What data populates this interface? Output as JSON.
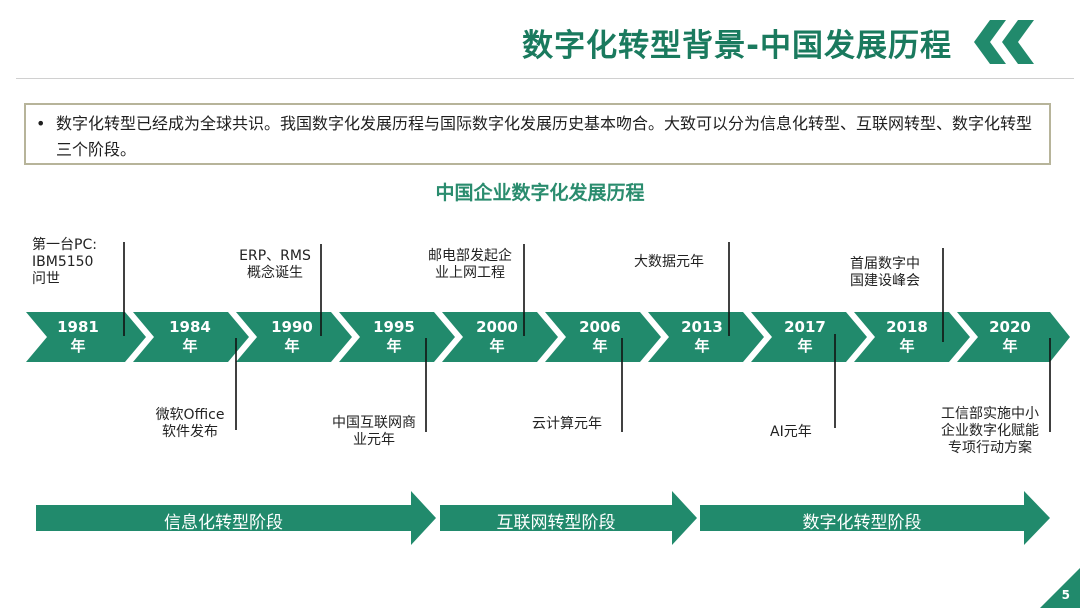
{
  "header": {
    "title": "数字化转型背景-中国发展历程"
  },
  "intro": {
    "bullet": "•",
    "text": "数字化转型已经成为全球共识。我国数字化发展历程与国际数字化发展历史基本吻合。大致可以分为信息化转型、互联网转型、数字化转型三个阶段。"
  },
  "timeline": {
    "title": "中国企业数字化发展历程",
    "years": [
      {
        "year": "1981",
        "suffix": "年"
      },
      {
        "year": "1984",
        "suffix": "年"
      },
      {
        "year": "1990",
        "suffix": "年"
      },
      {
        "year": "1995",
        "suffix": "年"
      },
      {
        "year": "2000",
        "suffix": "年"
      },
      {
        "year": "2006",
        "suffix": "年"
      },
      {
        "year": "2013",
        "suffix": "年"
      },
      {
        "year": "2017",
        "suffix": "年"
      },
      {
        "year": "2018",
        "suffix": "年"
      },
      {
        "year": "2020",
        "suffix": "年"
      }
    ],
    "events_top": [
      {
        "l1": "第一台PC:",
        "l2": "IBM5150",
        "l3": "问世"
      },
      {
        "l1": "ERP、RMS",
        "l2": "概念诞生"
      },
      {
        "l1": "邮电部发起企",
        "l2": "业上网工程"
      },
      {
        "l1": "大数据元年"
      },
      {
        "l1": "首届数字中",
        "l2": "国建设峰会"
      }
    ],
    "events_bottom": [
      {
        "l1": "微软Office",
        "l2": "软件发布"
      },
      {
        "l1": "中国互联网商",
        "l2": "业元年"
      },
      {
        "l1": "云计算元年"
      },
      {
        "l1": "AI元年"
      },
      {
        "l1": "工信部实施中小",
        "l2": "企业数字化赋能",
        "l3": "专项行动方案"
      }
    ]
  },
  "stages": [
    {
      "label": "信息化转型阶段"
    },
    {
      "label": "互联网转型阶段"
    },
    {
      "label": "数字化转型阶段"
    }
  ],
  "colors": {
    "primary": "#218a6c",
    "title": "#1a7a5e",
    "box_border": "#b7b49a"
  },
  "page": {
    "number": "5"
  }
}
